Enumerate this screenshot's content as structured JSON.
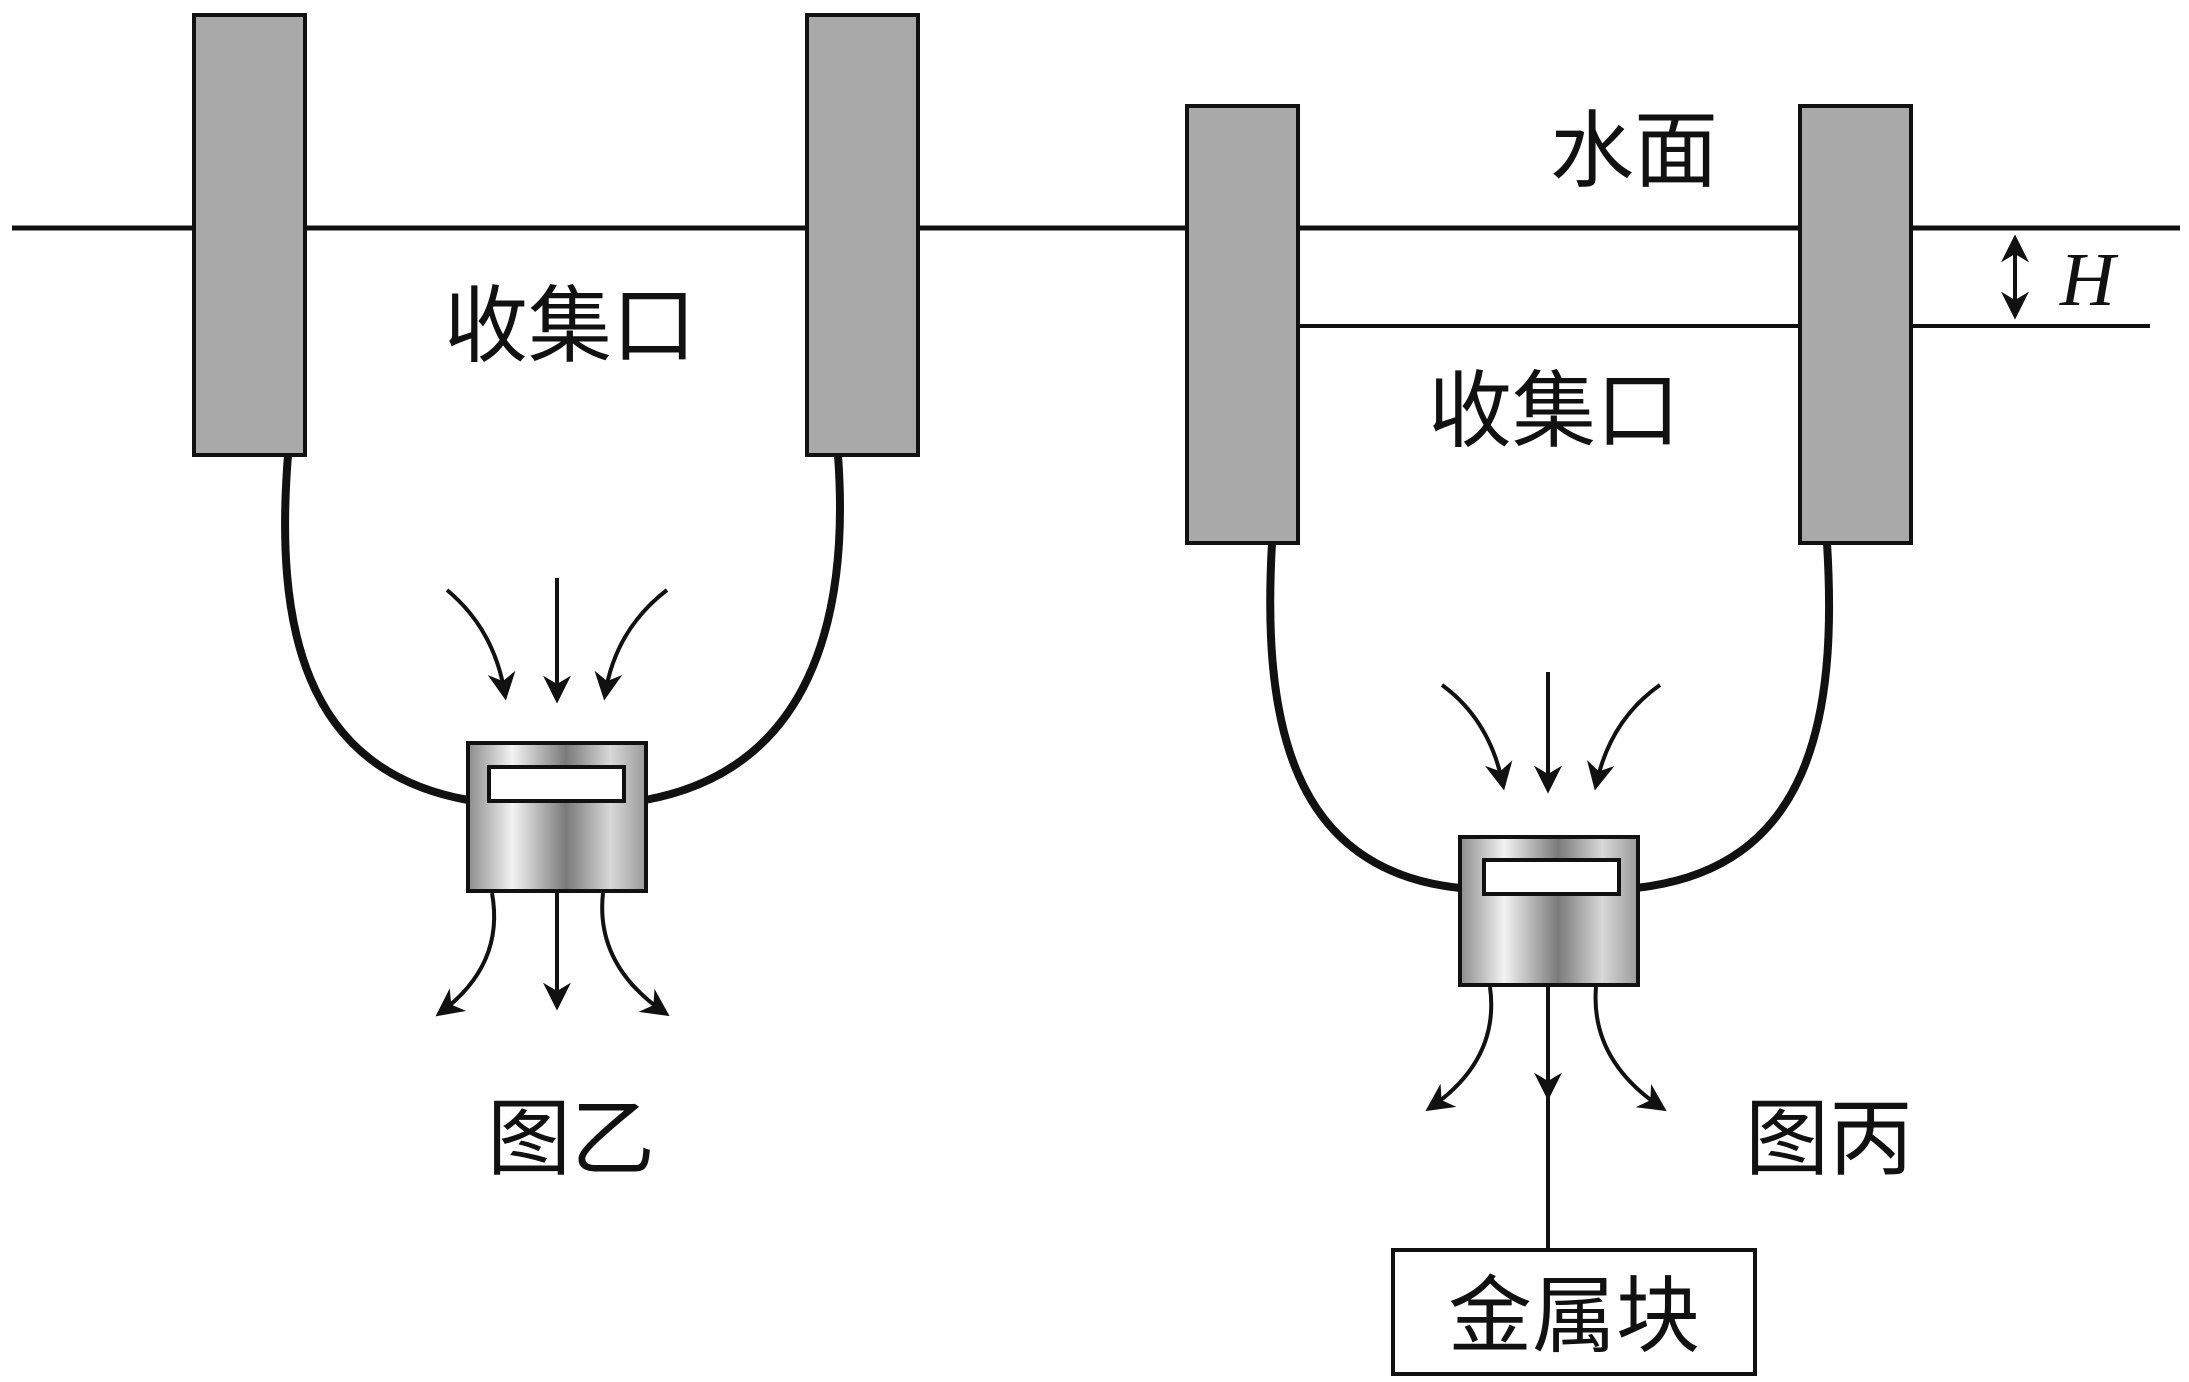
{
  "colors": {
    "background": "#ffffff",
    "stroke": "#111111",
    "pillar_fill": "#a9a9a9",
    "device_light": "#f2f2f2",
    "device_dark": "#8a8a8a"
  },
  "figure_left": {
    "collector_label": "收集口",
    "caption": "图乙"
  },
  "figure_right": {
    "water_surface_label": "水面",
    "depth_label": "H",
    "collector_label": "收集口",
    "caption": "图丙",
    "weight_label": "金属块"
  }
}
